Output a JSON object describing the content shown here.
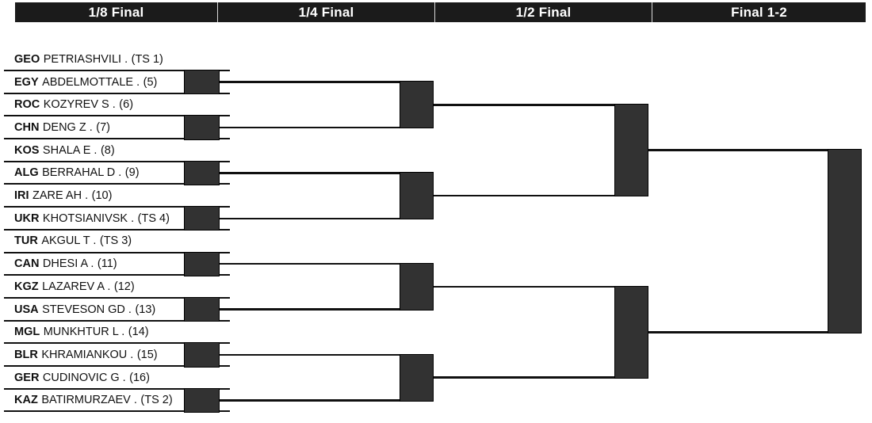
{
  "header": {
    "columns": [
      {
        "label": "1/8 Final"
      },
      {
        "label": "1/4 Final"
      },
      {
        "label": "1/2 Final"
      },
      {
        "label": "Final 1-2"
      }
    ]
  },
  "bracket": {
    "athletes": [
      {
        "country": "GEO",
        "name": "PETRIASHVILI .",
        "seed": "(TS 1)"
      },
      {
        "country": "EGY",
        "name": "ABDELMOTTALE .",
        "seed": "(5)"
      },
      {
        "country": "ROC",
        "name": "KOZYREV S .",
        "seed": "(6)"
      },
      {
        "country": "CHN",
        "name": "DENG Z .",
        "seed": "(7)"
      },
      {
        "country": "KOS",
        "name": "SHALA E .",
        "seed": "(8)"
      },
      {
        "country": "ALG",
        "name": "BERRAHAL D .",
        "seed": "(9)"
      },
      {
        "country": "IRI",
        "name": "ZARE AH .",
        "seed": "(10)"
      },
      {
        "country": "UKR",
        "name": "KHOTSIANIVSK .",
        "seed": "(TS 4)"
      },
      {
        "country": "TUR",
        "name": "AKGUL T .",
        "seed": "(TS 3)"
      },
      {
        "country": "CAN",
        "name": "DHESI A .",
        "seed": "(11)"
      },
      {
        "country": "KGZ",
        "name": "LAZAREV A .",
        "seed": "(12)"
      },
      {
        "country": "USA",
        "name": "STEVESON GD .",
        "seed": "(13)"
      },
      {
        "country": "MGL",
        "name": "MUNKHTUR L .",
        "seed": "(14)"
      },
      {
        "country": "BLR",
        "name": "KHRAMIANKOU .",
        "seed": "(15)"
      },
      {
        "country": "GER",
        "name": "CUDINOVIC G .",
        "seed": "(16)"
      },
      {
        "country": "KAZ",
        "name": "BATIRMURZAEV .",
        "seed": "(TS 2)"
      }
    ]
  },
  "colors": {
    "header_bg": "#1b1b1b",
    "header_text": "#ffffff",
    "box_fill": "#323232",
    "line": "#101010",
    "text": "#111111"
  }
}
